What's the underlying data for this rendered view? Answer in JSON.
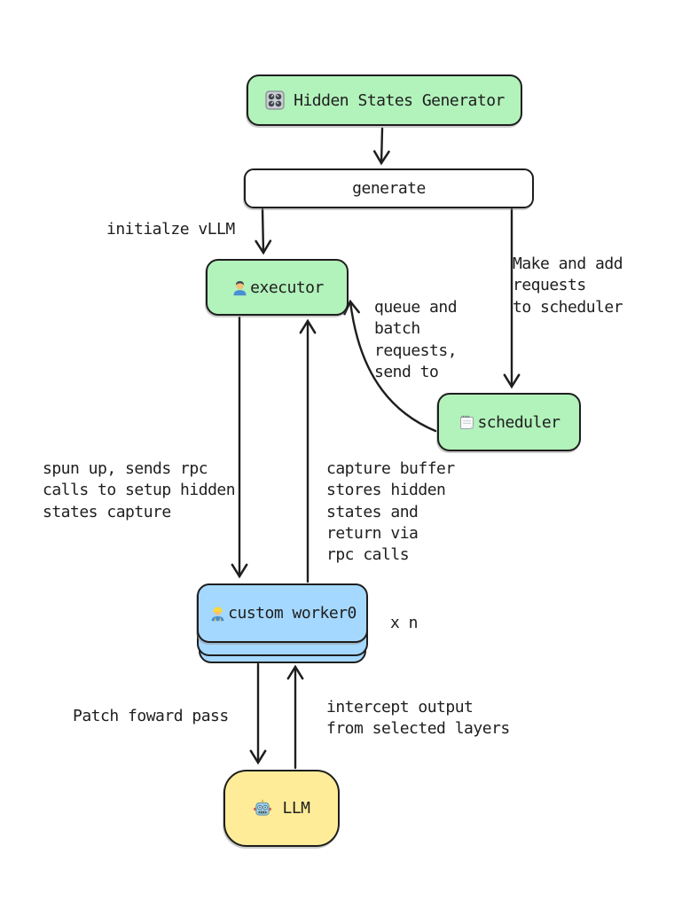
{
  "diagram": {
    "nodes": {
      "generator": {
        "label": "Hidden States Generator",
        "icon": "control-knobs-icon",
        "color": "#b2f2bb"
      },
      "generate": {
        "label": "generate",
        "color": "#ffffff"
      },
      "executor": {
        "label": "executor",
        "icon": "mechanic-person-icon",
        "color": "#b2f2bb"
      },
      "scheduler": {
        "label": "scheduler",
        "icon": "spiral-notepad-icon",
        "color": "#b2f2bb"
      },
      "worker": {
        "label": "custom worker0",
        "icon": "construction-worker-icon",
        "count_label": "x n",
        "stacked": true,
        "color": "#a5d8ff"
      },
      "llm": {
        "label": "LLM",
        "icon": "robot-icon",
        "color": "#ffec99"
      }
    },
    "edge_labels": {
      "initialize_vllm": "initialze vLLM",
      "make_add_requests": "Make and add\nrequests\nto scheduler",
      "queue_batch": "queue and\nbatch\nrequests,\nsend to",
      "spun_up_rpc": "spun up, sends rpc\ncalls to setup hidden\nstates capture",
      "capture_buffer": "capture buffer\nstores hidden\nstates and\nreturn via\nrpc calls",
      "patch_forward": "Patch foward pass",
      "intercept_output": "intercept output\nfrom selected layers"
    },
    "edges": [
      {
        "from": "generator",
        "to": "generate"
      },
      {
        "from": "generate",
        "to": "executor",
        "label_ref": "initialize_vllm"
      },
      {
        "from": "generate",
        "to": "scheduler",
        "label_ref": "make_add_requests"
      },
      {
        "from": "scheduler",
        "to": "executor",
        "label_ref": "queue_batch"
      },
      {
        "from": "executor",
        "to": "worker",
        "label_ref": "spun_up_rpc"
      },
      {
        "from": "worker",
        "to": "executor",
        "label_ref": "capture_buffer"
      },
      {
        "from": "worker",
        "to": "llm",
        "label_ref": "patch_forward"
      },
      {
        "from": "llm",
        "to": "worker",
        "label_ref": "intercept_output"
      }
    ],
    "colors": {
      "node_green": "#b2f2bb",
      "node_blue": "#a5d8ff",
      "node_yellow": "#ffec99",
      "node_white": "#ffffff",
      "stroke": "#1e1e1e",
      "background": "#ffffff"
    }
  }
}
